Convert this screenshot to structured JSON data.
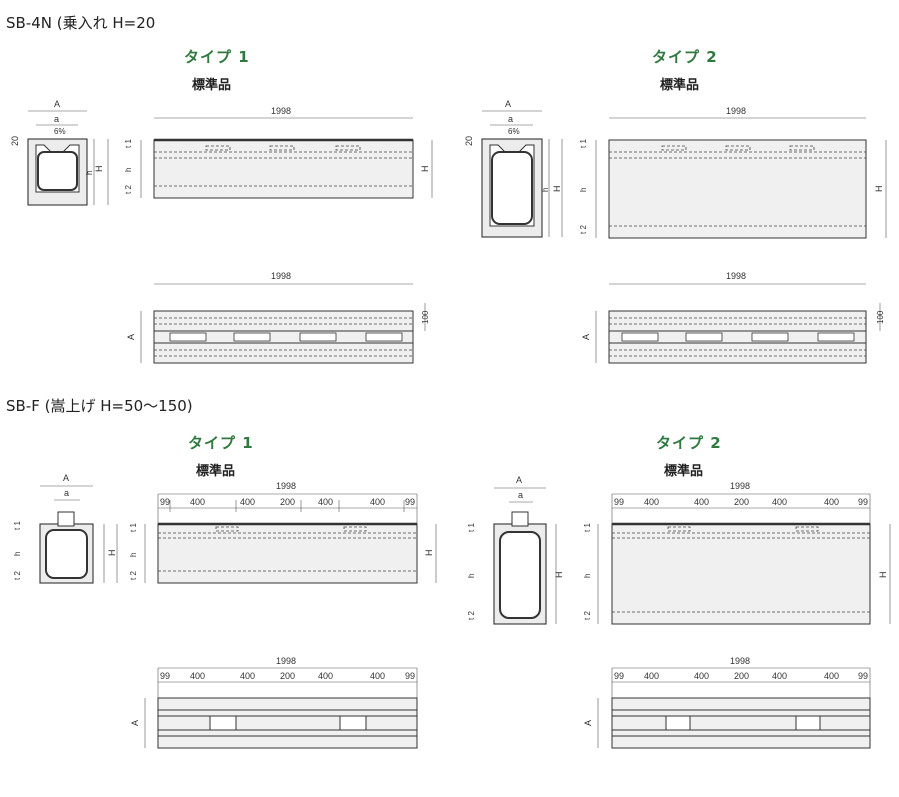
{
  "sections": [
    {
      "title": "SB-4N (乗入れ H=20",
      "types": [
        {
          "label": "タイプ 1",
          "std": "標準品"
        },
        {
          "label": "タイプ 2",
          "std": "標準品"
        }
      ]
    },
    {
      "title": "SB-F (嵩上げ H=50〜150)",
      "types": [
        {
          "label": "タイプ 1",
          "std": "標準品"
        },
        {
          "label": "タイプ 2",
          "std": "標準品"
        }
      ]
    }
  ],
  "labels": {
    "A": "A",
    "a": "a",
    "slope": "6%",
    "H": "H",
    "h": "h",
    "t1": "t 1",
    "t2": "t 2",
    "twenty": "20",
    "length": "1998",
    "hundred": "100"
  },
  "segments": [
    "99",
    "400",
    "400",
    "200",
    "400",
    "400",
    "99"
  ]
}
